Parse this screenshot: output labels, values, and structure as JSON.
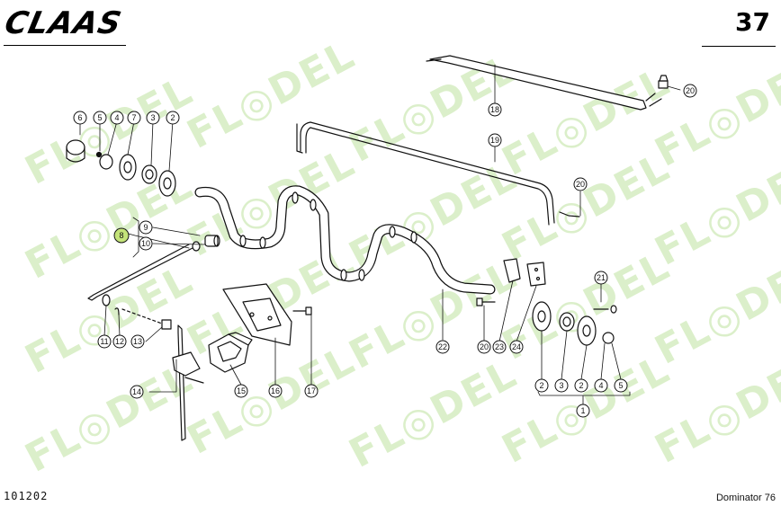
{
  "header": {
    "brand": "CLAAS",
    "page_number": "37"
  },
  "footer": {
    "doc_code": "101202",
    "model": "Dominator 76"
  },
  "watermark": {
    "text": "FL◎DEL",
    "color": "#9bd36a"
  },
  "highlight_color": "#c4e37a",
  "callouts": {
    "c1": "1",
    "c2": "2",
    "c3": "3",
    "c4": "4",
    "c5": "5",
    "c6": "6",
    "c7": "7",
    "c8": "8",
    "c9": "9",
    "c10": "10",
    "c11": "11",
    "c12": "12",
    "c13": "13",
    "c14": "14",
    "c15": "15",
    "c16": "16",
    "c17": "17",
    "c18": "18",
    "c19": "19",
    "c20": "20",
    "c21": "21",
    "c22": "22",
    "c23": "23",
    "c24": "24"
  },
  "highlighted_callout": "8"
}
